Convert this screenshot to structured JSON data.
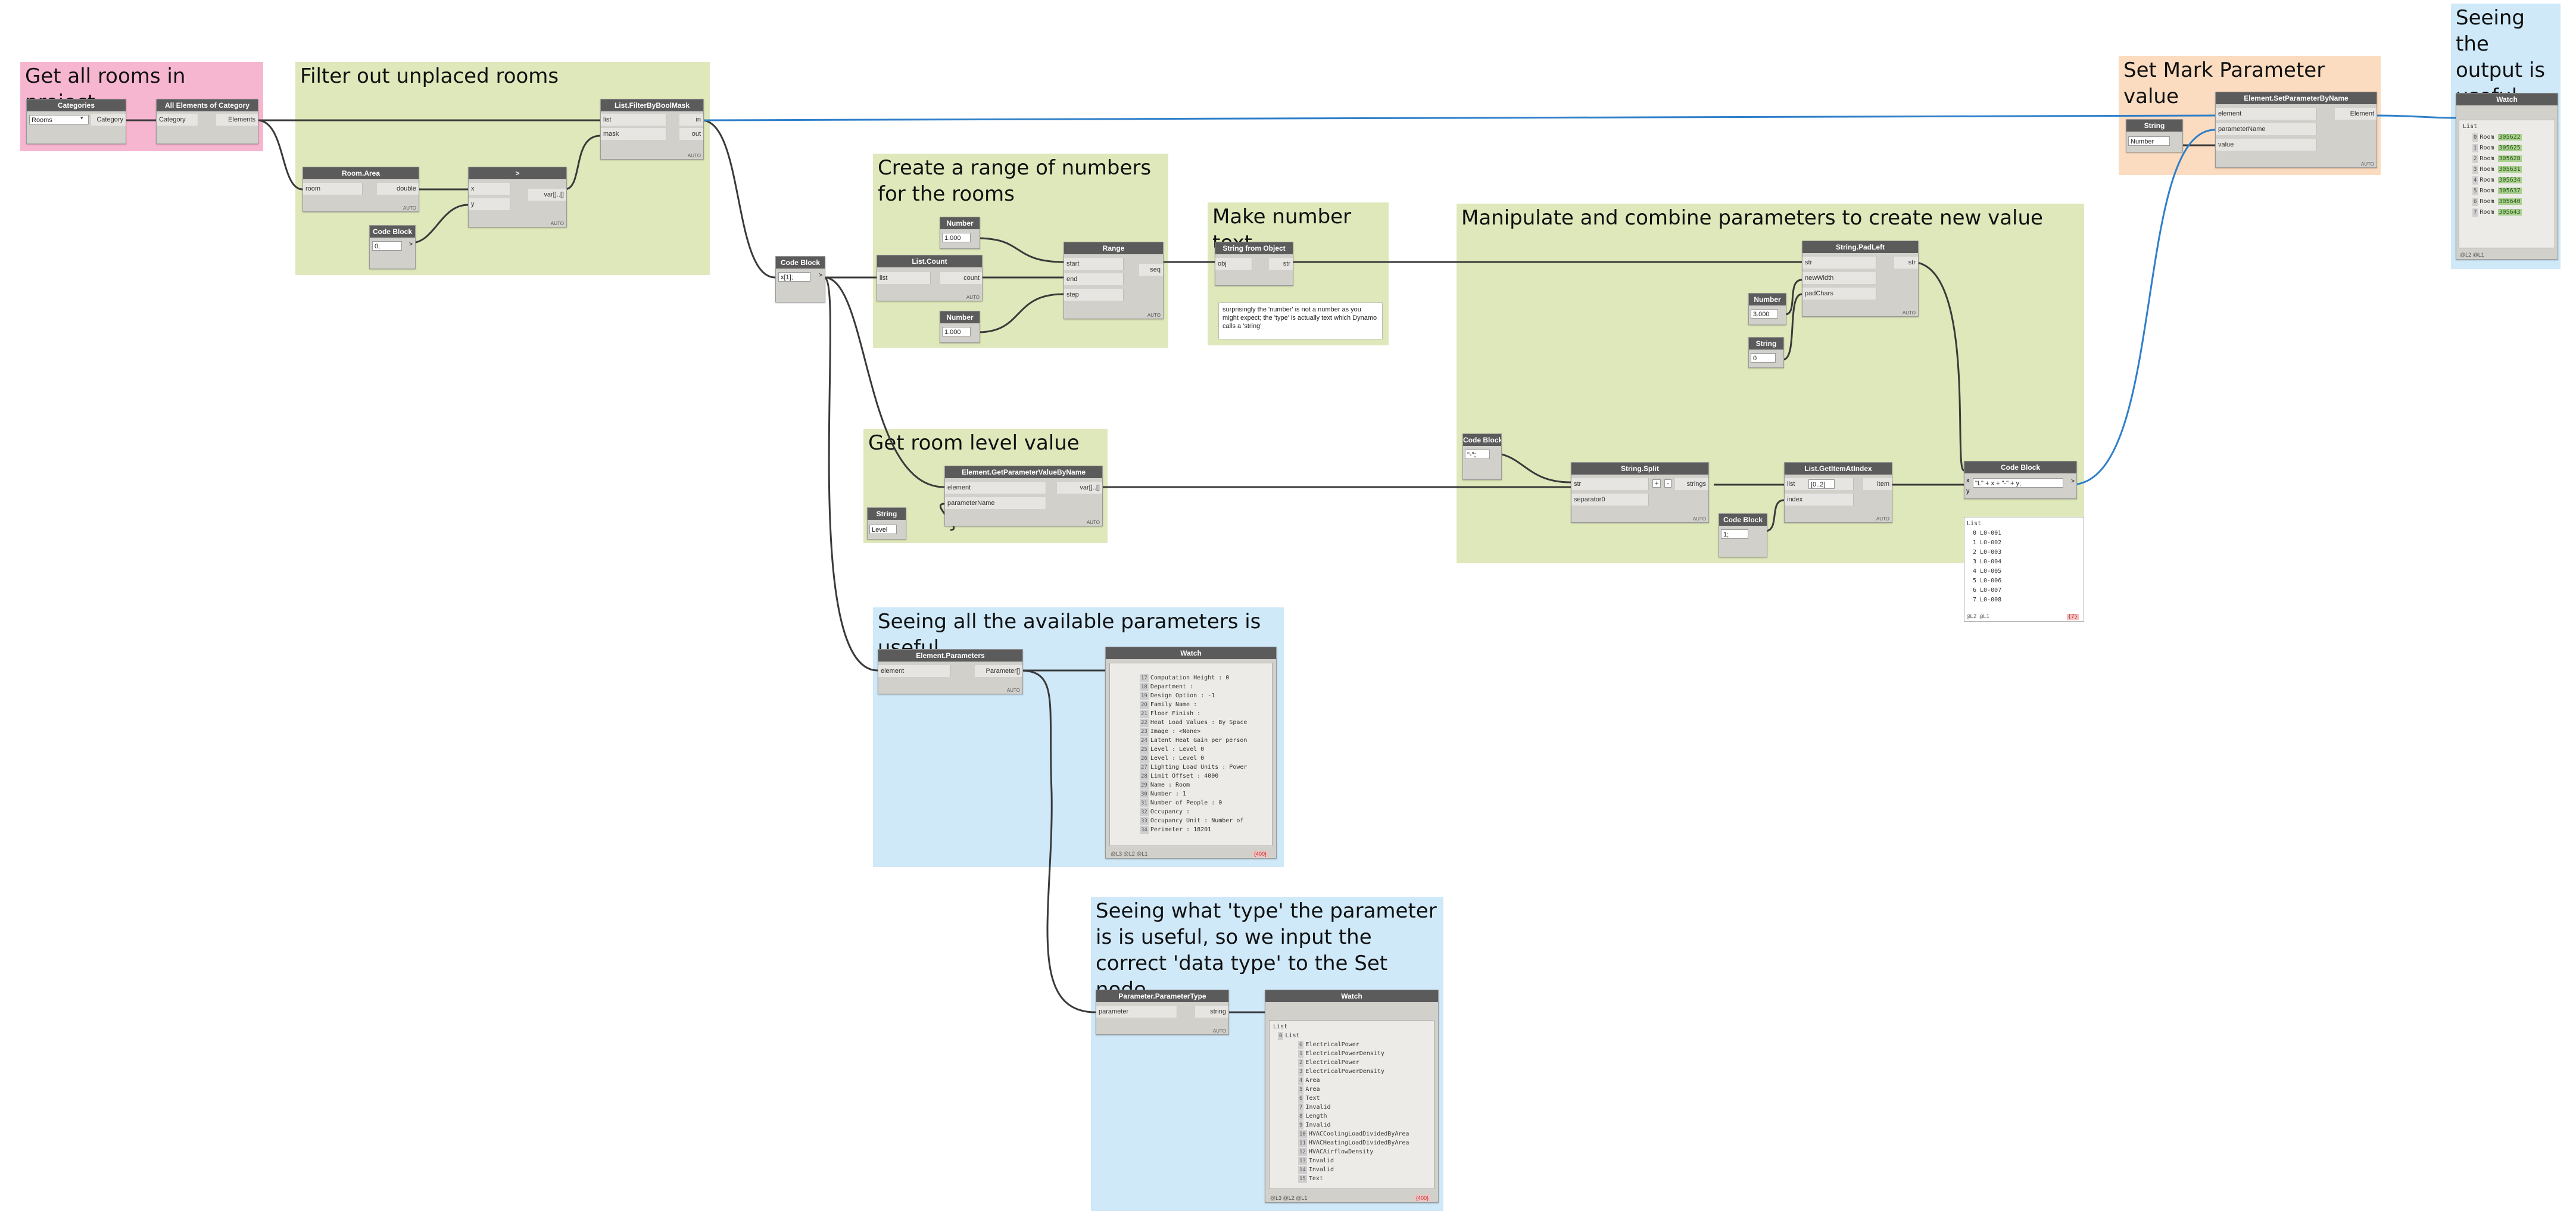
{
  "groups": {
    "get_rooms": "Get all rooms in project",
    "filter_unplaced": "Filter out unplaced rooms",
    "range": "Create a range of numbers for the rooms",
    "number_text": "Make number text",
    "manipulate": "Manipulate and combine parameters to create new value",
    "set_mark": "Set Mark Parameter value",
    "seeing_output": "Seeing the output is useful",
    "room_level": "Get room level value",
    "available_params": "Seeing all the available parameters is useful",
    "param_type": "Seeing what 'type' the parameter is is useful, so we input the correct 'data type' to the Set node"
  },
  "nodes": {
    "categories": {
      "title": "Categories",
      "value": "Rooms",
      "out": "Category"
    },
    "all_elements": {
      "title": "All Elements of Category",
      "in": "Category",
      "out": "Elements"
    },
    "filter_mask": {
      "title": "List.FilterByBoolMask",
      "in1": "list",
      "in2": "mask",
      "out1": "in",
      "out2": "out",
      "auto": "AUTO"
    },
    "room_area": {
      "title": "Room.Area",
      "in": "room",
      "out": "double",
      "auto": "AUTO"
    },
    "greater": {
      "title": ">",
      "in1": "x",
      "in2": "y",
      "out": "var[]..[]",
      "auto": "AUTO"
    },
    "code_block_0": {
      "title": "Code Block",
      "code": "0;"
    },
    "code_block_count": {
      "title": "Code Block",
      "code": "x[1];"
    },
    "number_1": {
      "title": "Number",
      "value": "1.000"
    },
    "list_count": {
      "title": "List.Count",
      "in": "list",
      "out": "count",
      "auto": "AUTO"
    },
    "number_2": {
      "title": "Number",
      "value": "1.000"
    },
    "range": {
      "title": "Range",
      "in1": "start",
      "in2": "end",
      "in3": "step",
      "out": "seq",
      "auto": "AUTO"
    },
    "string_from_object": {
      "title": "String from Object",
      "in": "obj",
      "out": "str"
    },
    "number_note": "surprisingly the 'number' is not a number as you might expect; the 'type' is actually text which Dynamo calls a 'string'",
    "pad_left": {
      "title": "String.PadLeft",
      "in1": "str",
      "in2": "newWidth",
      "in3": "padChars",
      "out": "str",
      "auto": "AUTO"
    },
    "number_3": {
      "title": "Number",
      "value": "3.000"
    },
    "string_0": {
      "title": "String",
      "value": "0"
    },
    "code_block_dash": {
      "title": "Code Block",
      "code": "\"-\";"
    },
    "string_split": {
      "title": "String.Split",
      "in1": "str",
      "in2": "separator0",
      "out": "strings",
      "plus": "+",
      "minus": "-",
      "auto": "AUTO"
    },
    "get_item": {
      "title": "List.GetItemAtIndex",
      "in1": "list",
      "in2": "index",
      "out": "item",
      "code": "[0..2]",
      "auto": "AUTO"
    },
    "code_block_1": {
      "title": "Code Block",
      "code": "1;"
    },
    "code_block_combine": {
      "title": "Code Block",
      "code": "\"L\" + x + \"-\" + y;",
      "in1": "x",
      "in2": "y"
    },
    "get_param": {
      "title": "Element.GetParameterValueByName",
      "in1": "element",
      "in2": "parameterName",
      "out": "var[]..[]",
      "auto": "AUTO"
    },
    "string_level": {
      "title": "String",
      "value": "Level"
    },
    "set_param": {
      "title": "Element.SetParameterByName",
      "in1": "element",
      "in2": "parameterName",
      "in3": "value",
      "out": "Element",
      "auto": "AUTO"
    },
    "string_number": {
      "title": "String",
      "value": "Number"
    },
    "element_params": {
      "title": "Element.Parameters",
      "in": "element",
      "out": "Parameter[]",
      "auto": "AUTO"
    },
    "param_type": {
      "title": "Parameter.ParameterType",
      "in": "parameter",
      "out": "string",
      "auto": "AUTO"
    },
    "watch_output": {
      "title": "Watch",
      "foot": "@L2 @L1"
    },
    "watch_params": {
      "title": "Watch",
      "foot": "@L3 @L2 @L1",
      "count": "{400}"
    },
    "watch_types": {
      "title": "Watch",
      "foot": "@L3 @L2 @L1",
      "count": "{400}"
    },
    "combine_preview": {
      "foot": "@L2 @L1",
      "count": "{7}"
    }
  },
  "watch_output_lines": [
    {
      "text": "List",
      "idx": ""
    },
    {
      "idx": "0",
      "label": "Room",
      "hl": "305622"
    },
    {
      "idx": "1",
      "label": "Room",
      "hl": "305625"
    },
    {
      "idx": "2",
      "label": "Room",
      "hl": "305628"
    },
    {
      "idx": "3",
      "label": "Room",
      "hl": "305631"
    },
    {
      "idx": "4",
      "label": "Room",
      "hl": "305634"
    },
    {
      "idx": "5",
      "label": "Room",
      "hl": "305637"
    },
    {
      "idx": "6",
      "label": "Room",
      "hl": "305640"
    },
    {
      "idx": "7",
      "label": "Room",
      "hl": "305643"
    }
  ],
  "combine_preview_lines": [
    "List",
    "0 L0-001",
    "1 L0-002",
    "2 L0-003",
    "3 L0-004",
    "4 L0-005",
    "5 L0-006",
    "6 L0-007",
    "7 L0-008"
  ],
  "watch_params_lines": [
    {
      "idx": "17",
      "t": "Computation Height : 0"
    },
    {
      "idx": "18",
      "t": "Department :"
    },
    {
      "idx": "19",
      "t": "Design Option : -1"
    },
    {
      "idx": "20",
      "t": "Family Name :"
    },
    {
      "idx": "21",
      "t": "Floor Finish :"
    },
    {
      "idx": "22",
      "t": "Heat Load Values : By Space"
    },
    {
      "idx": "23",
      "t": "Image : <None>"
    },
    {
      "idx": "24",
      "t": "Latent Heat Gain per person"
    },
    {
      "idx": "25",
      "t": "Level : Level 0"
    },
    {
      "idx": "26",
      "t": "Level : Level 0"
    },
    {
      "idx": "27",
      "t": "Lighting Load Units : Power"
    },
    {
      "idx": "28",
      "t": "Limit Offset : 4000"
    },
    {
      "idx": "29",
      "t": "Name : Room"
    },
    {
      "idx": "30",
      "t": "Number : 1"
    },
    {
      "idx": "31",
      "t": "Number of People : 0"
    },
    {
      "idx": "32",
      "t": "Occupancy :"
    },
    {
      "idx": "33",
      "t": "Occupancy Unit : Number of"
    },
    {
      "idx": "34",
      "t": "Perimeter : 18201"
    }
  ],
  "watch_types_lines": [
    {
      "idx": "",
      "t": "List"
    },
    {
      "idx": "0",
      "t": "List",
      "tree": true
    },
    {
      "idx": "0",
      "t": "ElectricalPower"
    },
    {
      "idx": "1",
      "t": "ElectricalPowerDensity"
    },
    {
      "idx": "2",
      "t": "ElectricalPower"
    },
    {
      "idx": "3",
      "t": "ElectricalPowerDensity"
    },
    {
      "idx": "4",
      "t": "Area"
    },
    {
      "idx": "5",
      "t": "Area"
    },
    {
      "idx": "6",
      "t": "Text"
    },
    {
      "idx": "7",
      "t": "Invalid"
    },
    {
      "idx": "8",
      "t": "Length"
    },
    {
      "idx": "9",
      "t": "Invalid"
    },
    {
      "idx": "10",
      "t": "HVACCoolingLoadDividedByArea"
    },
    {
      "idx": "11",
      "t": "HVACHeatingLoadDividedByArea"
    },
    {
      "idx": "12",
      "t": "HVACAirflowDensity"
    },
    {
      "idx": "13",
      "t": "Invalid"
    },
    {
      "idx": "14",
      "t": "Invalid"
    },
    {
      "idx": "15",
      "t": "Text"
    }
  ]
}
